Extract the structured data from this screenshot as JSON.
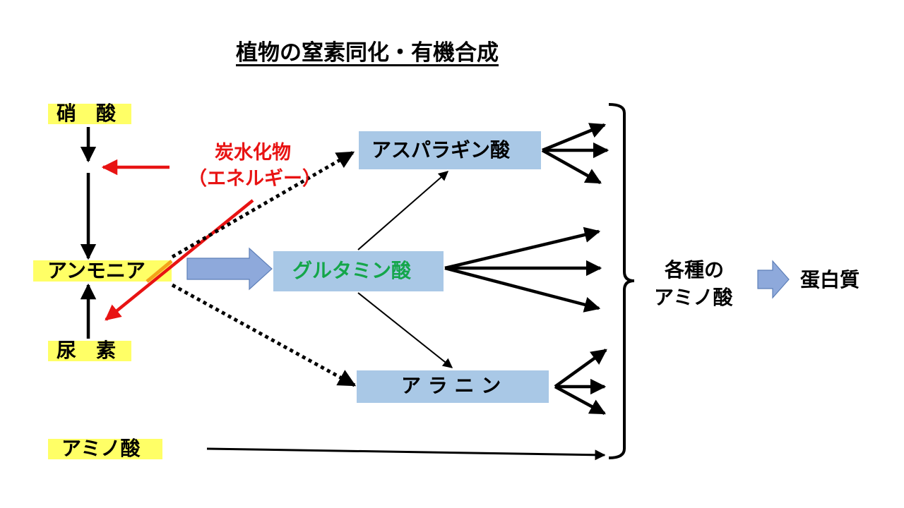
{
  "title": "植物の窒素同化・有機合成",
  "sources": {
    "nitrate": "硝　酸",
    "ammonia": "アンモニア",
    "urea": "尿　素",
    "amino_acid": "アミノ酸"
  },
  "energy": {
    "line1": "炭水化物",
    "line2": "（エネルギー）"
  },
  "amino_acids": {
    "asparagine": "アスパラギン酸",
    "glutamic": "グルタミン酸",
    "alanine": "ア ラ ニ ン"
  },
  "result": {
    "line1": "各種の",
    "line2": "アミノ酸",
    "protein": "蛋白質"
  },
  "colors": {
    "highlight": "#ffff66",
    "box": "#a9c8e6",
    "energy_red": "#e81313",
    "glutamic_green": "#14a64a",
    "block_arrow": "#8ea9db"
  }
}
